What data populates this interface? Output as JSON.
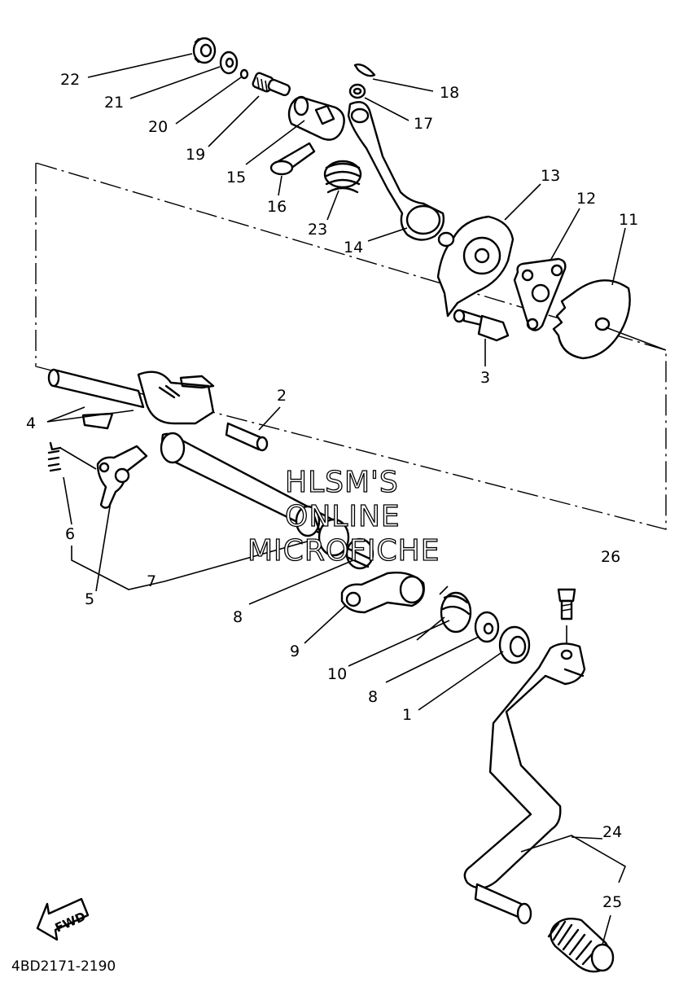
{
  "callouts": [
    "22",
    "21",
    "20",
    "19",
    "18",
    "17",
    "15",
    "16",
    "23",
    "14",
    "13",
    "12",
    "11",
    "3",
    "2",
    "4",
    "6",
    "5",
    "7",
    "8",
    "9",
    "10",
    "8",
    "1",
    "26",
    "24",
    "25"
  ],
  "watermark": [
    "HLSM'S",
    "ONLINE",
    "MICROFICHE"
  ],
  "fwd_label": "FWD",
  "diagram_code": "4BD2171-2190"
}
